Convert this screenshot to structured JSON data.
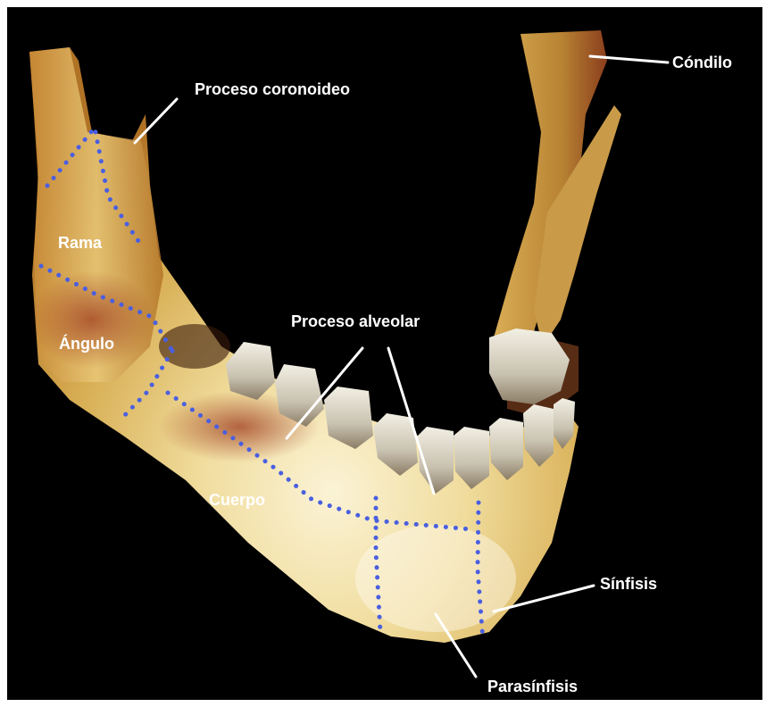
{
  "figure": {
    "background_color": "#000000",
    "bone_colors": {
      "light": "#f3e6b8",
      "mid": "#d9b45c",
      "dark": "#a8661e",
      "red": "#9e3a1e"
    },
    "segment_line_color": "#4a5fe0"
  },
  "labels": {
    "condilo": "Cóndilo",
    "proceso_coronoideo": "Proceso coronoideo",
    "rama": "Rama",
    "angulo": "Ángulo",
    "proceso_alveolar": "Proceso alveolar",
    "cuerpo": "Cuerpo",
    "sinfisis": "Sínfisis",
    "parasinfisis": "Parasínfisis"
  }
}
